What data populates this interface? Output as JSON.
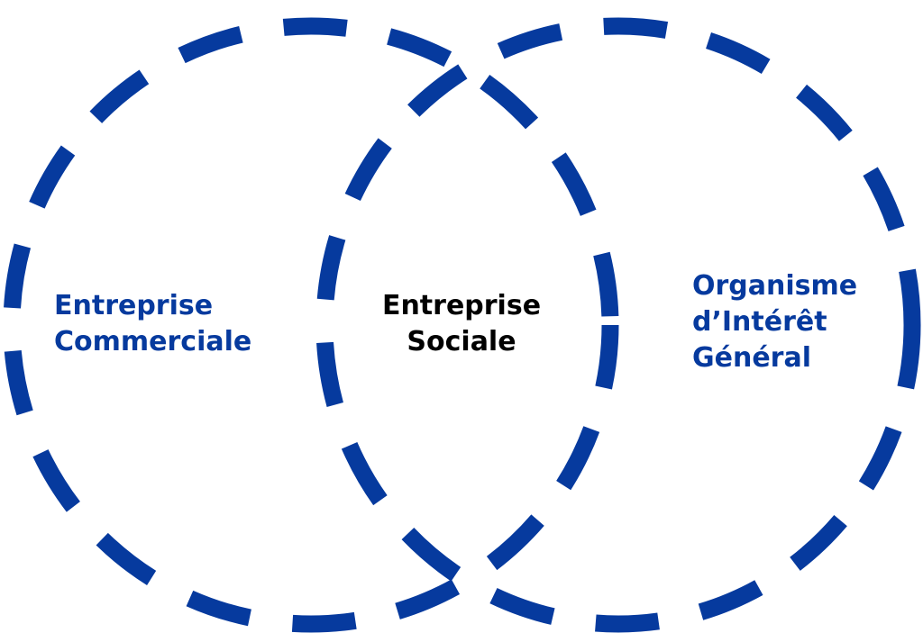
{
  "diagram": {
    "type": "venn",
    "colors": {
      "circle_stroke": "#063a9e",
      "side_text": "#063a9e",
      "center_text": "#000000",
      "background": "#ffffff"
    },
    "sets": [
      {
        "id": "left",
        "lines": [
          "Entreprise",
          "Commerciale"
        ]
      },
      {
        "id": "right",
        "lines": [
          "Organisme",
          "d’Intérêt",
          "Général"
        ]
      }
    ],
    "intersection": {
      "lines": [
        "Entreprise",
        "Sociale"
      ]
    }
  }
}
